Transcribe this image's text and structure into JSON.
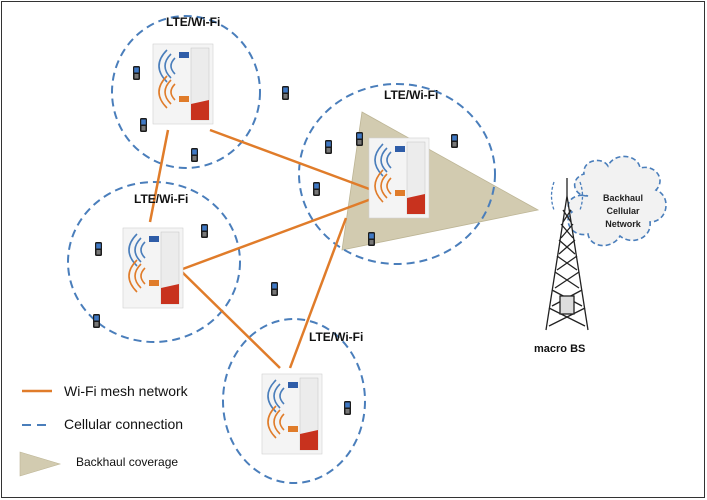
{
  "cells": [
    {
      "id": "top-left",
      "title": "LTE/Wi-Fi"
    },
    {
      "id": "center-right",
      "title": "LTE/Wi-Fi"
    },
    {
      "id": "middle-left",
      "title": "LTE/Wi-Fi"
    },
    {
      "id": "bottom",
      "title": "LTE/Wi-Fi"
    }
  ],
  "cloud": {
    "lines": [
      "Backhaul",
      "Cellular",
      "Network"
    ]
  },
  "macro_bs": {
    "label": "macro BS"
  },
  "legend": {
    "mesh": "Wi-Fi mesh network",
    "cellular": "Cellular connection",
    "backhaul": "Backhaul coverage"
  },
  "colors": {
    "mesh": "#E07C2A",
    "cellular": "#4A7EBB",
    "backhaul": "#D2CBB0",
    "device_red": "#C8321E"
  }
}
